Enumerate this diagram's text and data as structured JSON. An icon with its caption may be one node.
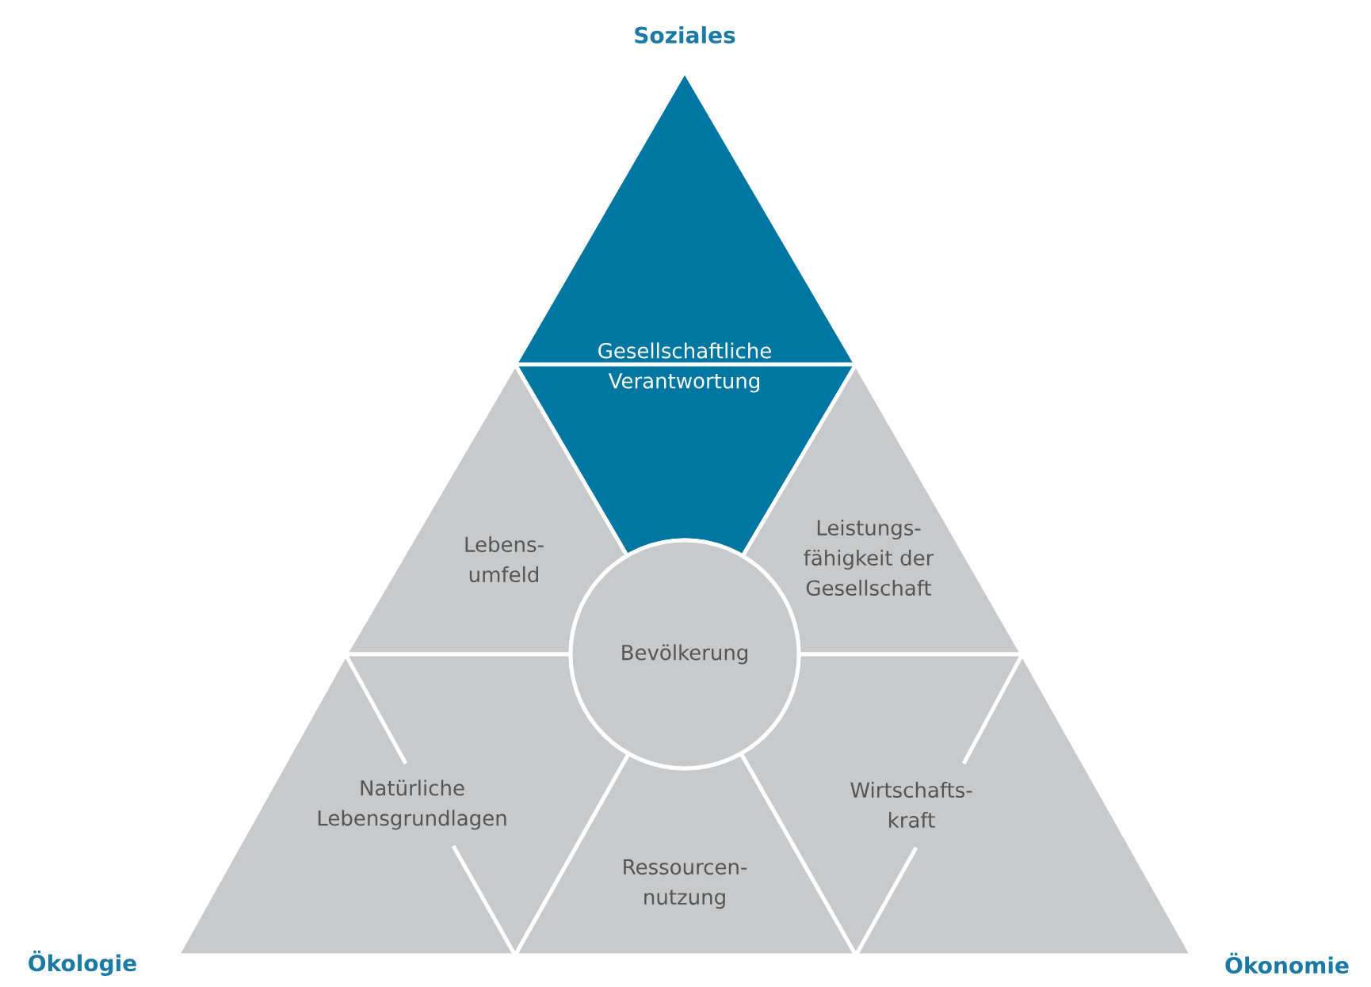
{
  "diagram": {
    "nodes": [
      {
        "text": [
          "Gesellschaftliche Verantwortung"
        ]
      },
      {
        "text": [
          "Lebens- umfeld"
        ]
      },
      {
        "text": [
          "Leistungs- fähigkeit der Gesellschaft"
        ]
      },
      {
        "text": [
          "Bevölkerung"
        ]
      },
      {
        "text": [
          "Natürliche Lebensgrundlagen"
        ]
      },
      {
        "text": [
          "Ressourcen- nutzung"
        ]
      },
      {
        "text": [
          "Wirtschafts- kraft"
        ]
      }
    ],
    "labels": [
      "Soziales",
      "Ökologie",
      "Ökonomie"
    ]
  }
}
